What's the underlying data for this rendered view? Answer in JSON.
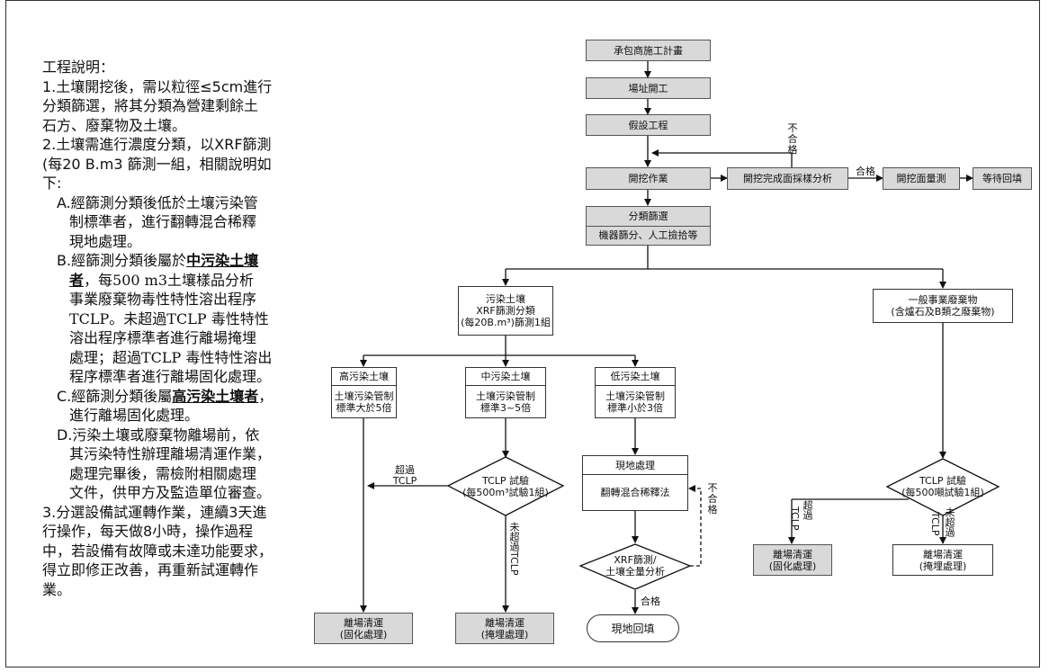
{
  "notes": {
    "heading": "工程說明：",
    "item1": [
      "1.土壤開挖後，需以粒徑≤5cm進行",
      "分類篩選，將其分類為營建剩餘土",
      "石方、廢棄物及土壤。"
    ],
    "item2": [
      "2.土壤需進行濃度分類，以XRF篩測",
      "(每20 B.m3 篩測一組，相關說明如",
      "下:"
    ],
    "itemA": [
      "A.經篩測分類後低於土壤污染管",
      "制標準者，進行翻轉混合稀釋",
      "現地處理。"
    ],
    "itemB_prefix": "B.經篩測分類後屬於",
    "itemB_bold1": "中污染土壤",
    "itemB_bold2": "者",
    "itemB_after": "，每500 m3土壤樣品分析",
    "itemB_rest": [
      "事業廢棄物毒性特性溶出程序",
      "TCLP。未超過TCLP 毒性特性",
      "溶出程序標準者進行離場掩埋",
      "處理；超過TCLP 毒性特性溶出",
      "程序標準者進行離場固化處理。"
    ],
    "itemC_prefix": "C.經篩測分類後屬",
    "itemC_bold": "高污染土壤者",
    "itemC_after": "，",
    "itemC_rest": "進行離場固化處理。",
    "itemD": [
      "D.污染土壤或廢棄物離場前，依",
      "其污染特性辦理離場清運作業，",
      "處理完畢後，需檢附相關處理",
      "文件，供甲方及監造單位審查。"
    ],
    "item3": [
      "3.分選設備試運轉作業，連續3天進",
      "行操作，每天做8小時，操作過程",
      "中，若設備有故障或未達功能要求，",
      "得立即修正改善，再重新試運轉作",
      "業。"
    ]
  },
  "flow": {
    "plan": "承包商施工計畫",
    "site_open": "場址開工",
    "temp_works": "假設工程",
    "excavation": "開挖作業",
    "sampling": "開挖完成面採樣分析",
    "survey": "開挖面量測",
    "backfill_wait": "等待回填",
    "fail_label": "不\n合\n格",
    "pass_label": "合格",
    "sorting_title": "分類篩選",
    "sorting_sub": "機器篩分、人工撿拾等",
    "contam_l1": "污染土壤",
    "contam_l2": "XRF篩測分類",
    "contam_l3": "(每20B.m³)篩測1組",
    "general_l1": "一般事業廢棄物",
    "general_l2": "(含爐石及B類之廢棄物)",
    "high_title": "高污染土壤",
    "high_sub": "土壤污染管制\n標準大於5倍",
    "mid_title": "中污染土壤",
    "mid_sub": "土壤污染管制\n標準3~5倍",
    "low_title": "低污染土壤",
    "low_sub": "土壤污染管制\n標準小於3倍",
    "onsite_title": "現地處理",
    "onsite_sub": "翻轉混合稀釋法",
    "tclp_mid_l1": "TCLP 試驗",
    "tclp_mid_l2": "(每500m³試驗1組)",
    "tclp_gen_l1": "TCLP 試驗",
    "tclp_gen_l2": "(每500噸試驗1組)",
    "exceed_tclp": "超過\nTCLP",
    "not_exceed_tclp": "未超過TCLP",
    "xrf_l1": "XRF篩測/",
    "xrf_l2": "土壤全量分析",
    "fail_right": "不合格",
    "pass2": "合格",
    "onsite_backfill": "現地回填",
    "remove_solid1": "離場清運\n(固化處理)",
    "remove_landfill1": "離場清運\n(掩埋處理)",
    "tclp_vert_a": "TCLP",
    "tclp_vert_b": "超過",
    "untclp_vert_a": "TCLP",
    "untclp_vert_b": "未超過",
    "remove_solid2": "離場清運\n(固化處理)",
    "remove_landfill2": "離場清運\n(掩埋處理)"
  }
}
